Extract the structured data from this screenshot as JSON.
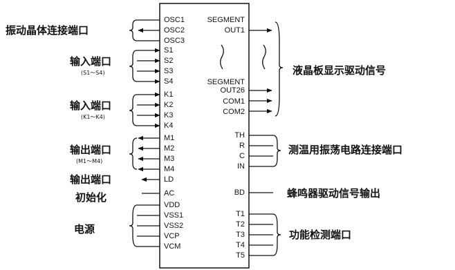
{
  "chip": {
    "left_pins": [
      "OSC1",
      "OSC2",
      "OSC3",
      "S1",
      "S2",
      "S3",
      "S4",
      "K1",
      "K2",
      "K3",
      "K4",
      "M1",
      "M2",
      "M3",
      "M4",
      "LD",
      "AC",
      "VDD",
      "VSS1",
      "VSS2",
      "VCP",
      "VCM"
    ],
    "right_seg_top": "SEGMENT",
    "right_out1": "OUT1",
    "right_seg_bottom": "SEGMENT",
    "right_out26": "OUT26",
    "right_com1": "COM1",
    "right_com2": "COM2",
    "right_th": "TH",
    "right_r": "R",
    "right_c": "C",
    "right_in": "IN",
    "right_bd": "BD",
    "right_t": [
      "T1",
      "T2",
      "T3",
      "T4",
      "T5"
    ]
  },
  "labels": {
    "oscillator": "振动晶体连接端口",
    "input1": "输入端口",
    "input1_sub": "(S1～S4)",
    "input2": "输入端口",
    "input2_sub": "(K1～K4)",
    "output1": "输出端口",
    "output1_sub": "(M1～M4)",
    "output2": "输出端口",
    "init": "初始化",
    "power": "电源",
    "lcd": "液晶板显示驱动信号",
    "thermo": "测温用振荡电路连接端口",
    "buzzer": "蜂鸣器驱动信号输出",
    "function": "功能检测端口"
  }
}
